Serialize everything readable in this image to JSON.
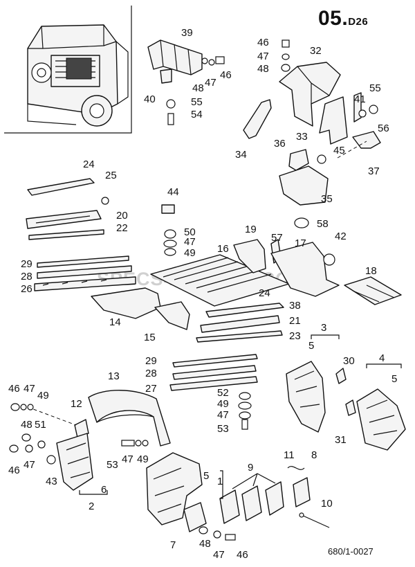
{
  "header": {
    "code": "05.",
    "suffix": "D26"
  },
  "drawing_number": "680/1-0027",
  "watermark": "SPECS4SERVER.COM",
  "colors": {
    "ink": "#111111",
    "paper": "#ffffff",
    "watermark": "#8a8a8a"
  },
  "callout_numbers": [
    "39",
    "46",
    "47",
    "48",
    "32",
    "46",
    "48",
    "47",
    "40",
    "55",
    "54",
    "55",
    "41",
    "56",
    "33",
    "45",
    "36",
    "37",
    "34",
    "35",
    "24",
    "25",
    "44",
    "20",
    "22",
    "50",
    "47",
    "49",
    "58",
    "19",
    "57",
    "17",
    "42",
    "16",
    "29",
    "28",
    "26",
    "18",
    "24",
    "38",
    "14",
    "15",
    "21",
    "23",
    "3",
    "5",
    "4",
    "5",
    "30",
    "31",
    "29",
    "28",
    "27",
    "52",
    "49",
    "47",
    "53",
    "13",
    "12",
    "46",
    "47",
    "49",
    "48",
    "51",
    "53",
    "47",
    "49",
    "46",
    "47",
    "43",
    "6",
    "2",
    "5",
    "1",
    "11",
    "8",
    "9",
    "10",
    "7",
    "48",
    "47",
    "46"
  ]
}
